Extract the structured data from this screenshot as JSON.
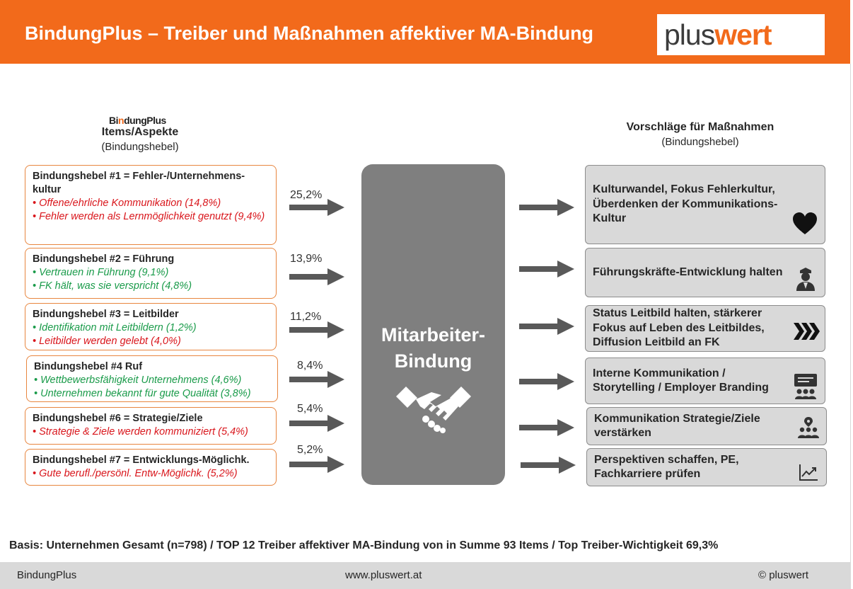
{
  "header": {
    "title": "BindungPlus – Treiber und Maßnahmen affektiver MA-Bindung",
    "logo_plus": "plus",
    "logo_wert": "wert"
  },
  "left_column": {
    "brand_prefix": "Bi",
    "brand_o": "n",
    "brand_suffix": "dungPlus",
    "heading": "Items/Aspekte",
    "subheading": "(Bindungshebel)"
  },
  "right_column": {
    "heading": "Vorschläge für Maßnahmen",
    "subheading": "(Bindungshebel)"
  },
  "levers": [
    {
      "title": "Bindungshebel #1 = Fehler-/Unternehmens-kultur",
      "items": [
        {
          "text": "Offene/ehrliche Kommunikation (14,8%)",
          "color": "red"
        },
        {
          "text": "Fehler werden als Lernmöglichkeit genutzt (9,4%)",
          "color": "red"
        }
      ],
      "percent": "25,2%"
    },
    {
      "title": "Bindungshebel #2 = Führung",
      "items": [
        {
          "text": "Vertrauen in Führung (9,1%)",
          "color": "green"
        },
        {
          "text": "FK hält, was sie verspricht (4,8%)",
          "color": "green"
        }
      ],
      "percent": "13,9%"
    },
    {
      "title": "Bindungshebel #3 = Leitbilder",
      "items": [
        {
          "text": "Identifikation mit Leitbildern (1,2%)",
          "color": "green"
        },
        {
          "text": "Leitbilder werden gelebt (4,0%)",
          "color": "red"
        }
      ],
      "percent": "11,2%"
    },
    {
      "title": "Bindungshebel #4 Ruf",
      "items": [
        {
          "text": "Wettbewerbsfähigkeit Unternehmens (4,6%)",
          "color": "green"
        },
        {
          "text": "Unternehmen bekannt für gute Qualität (3,8%)",
          "color": "green"
        }
      ],
      "percent": "8,4%"
    },
    {
      "title": "Bindungshebel #6 = Strategie/Ziele",
      "items": [
        {
          "text": "Strategie & Ziele werden kommuniziert (5,4%)",
          "color": "red"
        }
      ],
      "percent": "5,4%"
    },
    {
      "title": "Bindungshebel #7 = Entwicklungs-Möglichk.",
      "items": [
        {
          "text": "Gute berufl./persönl. Entw-Möglichk. (5,2%)",
          "color": "red"
        }
      ],
      "percent": "5,2%"
    }
  ],
  "center": {
    "line1": "Mitarbeiter-",
    "line2": "Bindung",
    "icon": "handshake-icon"
  },
  "measures": [
    {
      "text": "Kulturwandel, Fokus Fehlerkultur, Überdenken der Kommunikations-Kultur",
      "icon": "heart-icon"
    },
    {
      "text": "Führungskräfte-Entwicklung halten",
      "icon": "leader-icon"
    },
    {
      "text": "Status Leitbild halten, stärkerer Fokus auf Leben des Leitbildes, Diffusion Leitbild an FK",
      "icon": "chevrons-icon"
    },
    {
      "text": "Interne Kommunikation / Storytelling / Employer Branding",
      "icon": "presentation-icon"
    },
    {
      "text": "Kommunikation Strategie/Ziele verstärken",
      "icon": "team-location-icon"
    },
    {
      "text": "Perspektiven schaffen, PE, Fachkarriere prüfen",
      "icon": "growth-chart-icon"
    }
  ],
  "colors": {
    "accent": "#f26a1b",
    "red": "#d9161c",
    "green": "#1a9b4a",
    "gray": "#7f7f7f"
  },
  "basis": "Basis: Unternehmen Gesamt (n=798) / TOP 12 Treiber affektiver MA-Bindung von in Summe 93 Items / Top Treiber-Wichtigkeit 69,3%",
  "footer": {
    "left": "BindungPlus",
    "center": "www.pluswert.at",
    "right": "© pluswert"
  }
}
